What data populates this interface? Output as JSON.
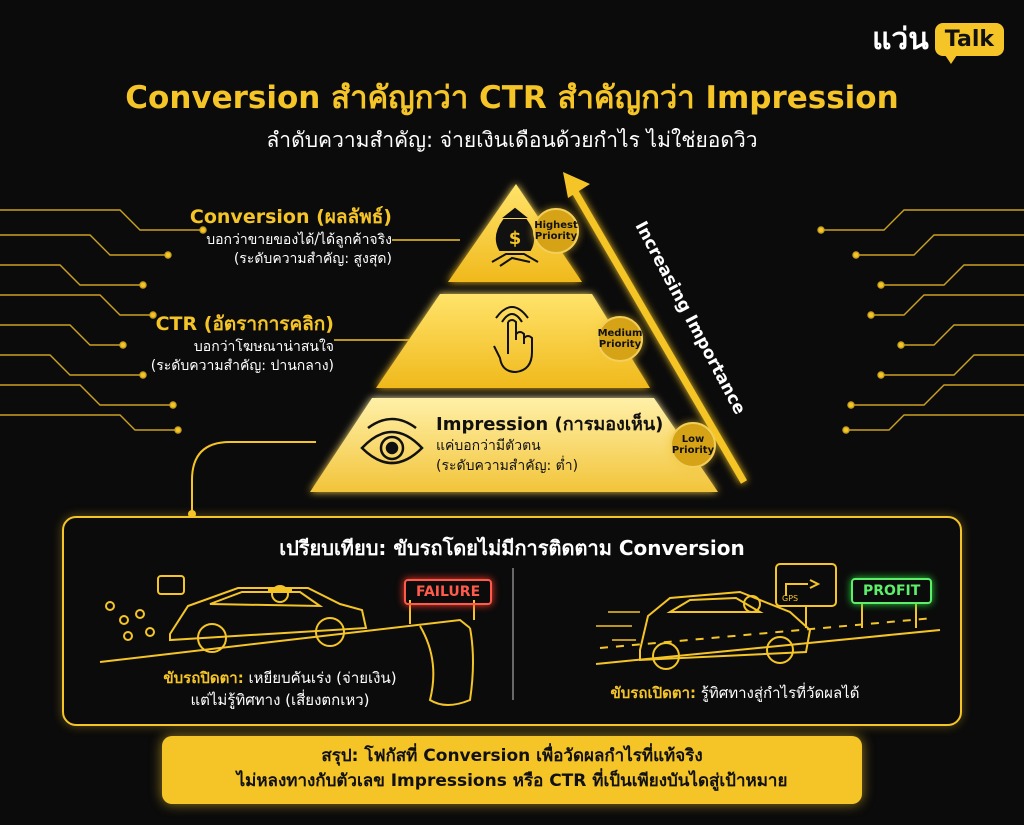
{
  "logo": {
    "word": "แว่น",
    "bubble": "Talk"
  },
  "title": "Conversion สำคัญกว่า CTR สำคัญกว่า Impression",
  "subtitle": "ลำดับความสำคัญ: จ่ายเงินเดือนด้วยกำไร ไม่ใช่ยอดวิว",
  "pyramid": {
    "conversion": {
      "heading": "Conversion (ผลลัพธ์)",
      "line1": "บอกว่าขายของได้/ได้ลูกค้าจริง",
      "line2": "(ระดับความสำคัญ: สูงสุด)",
      "badge": "Highest Priority",
      "icon": "money-bag-handshake-icon"
    },
    "ctr": {
      "heading": "CTR (อัตราการคลิก)",
      "line1": "บอกว่าโฆษณาน่าสนใจ",
      "line2": "(ระดับความสำคัญ: ปานกลาง)",
      "badge": "Medium Priority",
      "icon": "pointing-hand-icon"
    },
    "impression": {
      "heading": "Impression (การมองเห็น)",
      "line1": "แค่บอกว่ามีตัวตน",
      "line2": "(ระดับความสำคัญ: ต่ำ)",
      "badge": "Low Priority",
      "icon": "eye-icon"
    },
    "arrow_label": "Increasing Importance"
  },
  "compare": {
    "title": "เปรียบเทียบ: ขับรถโดยไม่มีการติดตาม Conversion",
    "left": {
      "sign": "FAILURE",
      "key": "ขับรถปิดตา:",
      "rest1": " เหยียบคันเร่ง (จ่ายเงิน)",
      "line2": "แต่ไม่รู้ทิศทาง (เสี่ยงตกเหว)"
    },
    "right": {
      "sign": "PROFIT",
      "gps": "GPS",
      "key": "ขับรถเปิดตา:",
      "rest1": " รู้ทิศทางสู่กำไรที่วัดผลได้"
    }
  },
  "summary": {
    "line1": "สรุป: โฟกัสที่ Conversion เพื่อวัดผลกำไรที่แท้จริง",
    "line2": "ไม่หลงทางกับตัวเลข Impressions หรือ CTR ที่เป็นเพียงบันไดสู่เป้าหมาย"
  },
  "colors": {
    "accent": "#f5c528",
    "background": "#0b0b0b",
    "failure": "#ff5a4a",
    "profit": "#5cf06a"
  }
}
